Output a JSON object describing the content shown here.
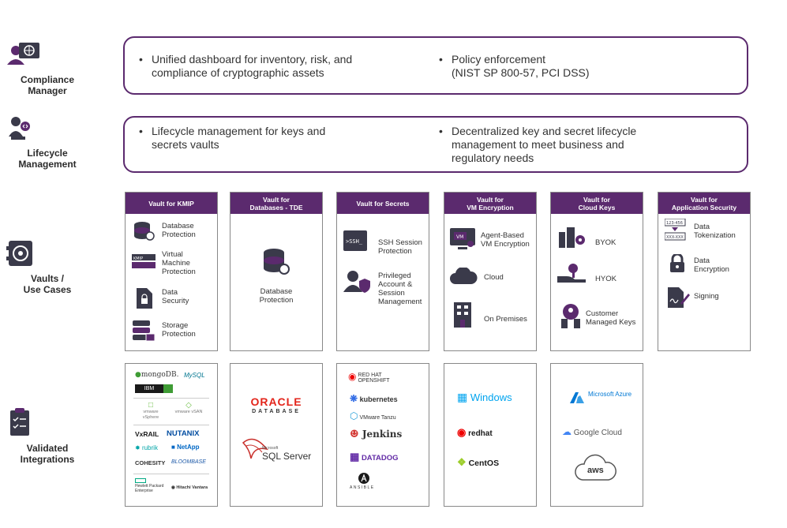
{
  "rows": {
    "compliance": {
      "label": "Compliance\nManager",
      "bullets": [
        "Unified dashboard for inventory, risk, and\ncompliance of cryptographic assets",
        "Policy enforcement\n(NIST SP 800-57, PCI DSS)"
      ]
    },
    "lifecycle": {
      "label": "Lifecycle\nManagement",
      "bullets": [
        "Lifecycle management for keys and\nsecrets vaults",
        "Decentralized key and secret lifecycle\nmanagement to meet business and\nregulatory needs"
      ]
    },
    "vaults": {
      "label": "Vaults /\nUse Cases"
    },
    "integrations": {
      "label": "Validated\nIntegrations"
    }
  },
  "bullet_char": "•",
  "vaults": [
    {
      "title": "Vault for KMIP",
      "items": [
        "Database\nProtection",
        "Virtual\nMachine\nProtection",
        "Data\nSecurity",
        "Storage\nProtection"
      ]
    },
    {
      "title": "Vault for\nDatabases - TDE",
      "items": [
        "Database\nProtection"
      ]
    },
    {
      "title": "Vault for Secrets",
      "items": [
        "SSH Session\nProtection",
        "Privileged\nAccount &\nSession\nManagement"
      ]
    },
    {
      "title": "Vault for\nVM Encryption",
      "items": [
        "Agent-Based\nVM Encryption",
        "Cloud",
        "On Premises"
      ]
    },
    {
      "title": "Vault for\nCloud Keys",
      "items": [
        "BYOK",
        "HYOK",
        "Customer\nManaged Keys"
      ]
    },
    {
      "title": "Vault for\nApplication Security",
      "items": [
        "Data\nTokenization",
        "Data\nEncryption",
        "Signing"
      ]
    }
  ],
  "icon_text": {
    "ssh": ">SSH_",
    "vm": "VM",
    "token_top": "123-456",
    "token_bottom": "XXX-XXX",
    "kmip_vm": "KMIP"
  },
  "integrations": {
    "kmip": [
      "mongoDB.",
      "MySQL",
      "IBM",
      "vmware vSphere",
      "vmware vSAN",
      "VxRAIL",
      "NUTANIX",
      "rubrik",
      "NetApp",
      "COHESITY",
      "BLOOMBASE",
      "Hewlett Packard Enterprise",
      "Hitachi Vantara"
    ],
    "tde": [
      "ORACLE",
      "DATABASE",
      "Microsoft",
      "SQL Server"
    ],
    "secrets": [
      "RED HAT OPENSHIFT",
      "kubernetes",
      "VMware Tanzu",
      "Jenkins",
      "DATADOG",
      "ANSIBLE"
    ],
    "vm": [
      "Windows",
      "redhat",
      "CentOS"
    ],
    "cloud": [
      "Microsoft Azure",
      "Google Cloud",
      "aws"
    ]
  },
  "colors": {
    "purple": "#5b2a6e",
    "icon_gray": "#3a3a4a"
  }
}
